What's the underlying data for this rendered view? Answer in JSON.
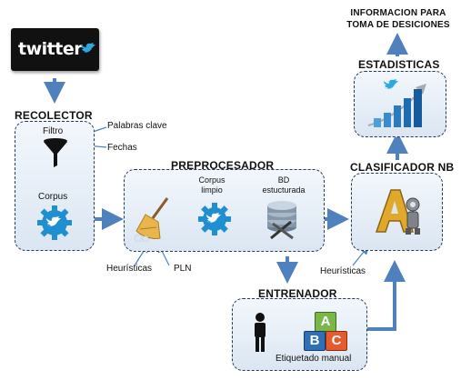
{
  "twitter_logo": {
    "text": "twitter"
  },
  "info_title": "INFORMACION PARA TOMA DE DESICIONES",
  "recolector": {
    "title": "RECOLECTOR",
    "filtro": "Filtro",
    "palabras_clave": "Palabras clave",
    "fechas": "Fechas",
    "corpus": "Corpus"
  },
  "preprocesador": {
    "title": "PREPROCESADOR",
    "corpus_limpio": "Corpus limpio",
    "bd_estructurada": "BD estucturada",
    "heuristicas": "Heurísticas",
    "pln": "PLN"
  },
  "estadisticas": {
    "title": "ESTADISTICAS"
  },
  "clasificador": {
    "title": "CLASIFICADOR NB",
    "heuristicas": "Heurísticas"
  },
  "entrenador": {
    "title": "ENTRENADOR",
    "etiquetado": "Etiquetado manual",
    "blocks": [
      "A",
      "B",
      "C"
    ]
  },
  "colors": {
    "arrow": "#4f81bd",
    "panel_border": "#1f3b5a",
    "twitter_blue": "#2fa9e0",
    "gear": "#1f8fd0",
    "logo_bg": "#111111"
  }
}
